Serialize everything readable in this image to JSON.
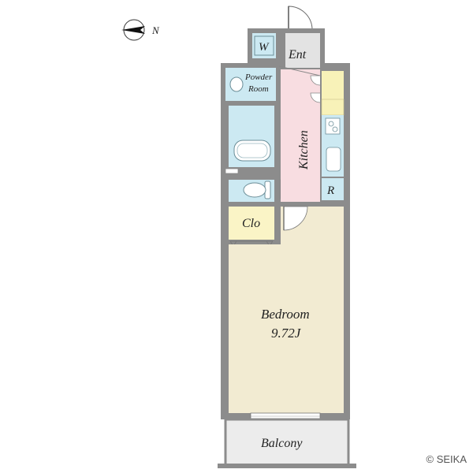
{
  "compass": {
    "label": "N"
  },
  "rooms": {
    "washer": "W",
    "entrance": "Ent",
    "powder_room_line1": "Powder",
    "powder_room_line2": "Room",
    "kitchen": "Kitchen",
    "refrigerator": "R",
    "closet": "Clo",
    "bedroom": "Bedroom",
    "bedroom_size": "9.72J",
    "balcony": "Balcony"
  },
  "copyright": "© SEIKA",
  "colors": {
    "wall": "#8c8c8c",
    "bathroom": "#cce9f2",
    "kitchen": "#f8dde1",
    "closet": "#faf4c6",
    "bedroom": "#f2ebd2",
    "entrance": "#e3e3e3",
    "balcony": "#ececec",
    "counter": "#f8f2b8"
  }
}
